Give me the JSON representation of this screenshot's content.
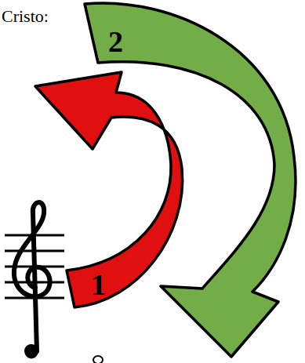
{
  "diagram": {
    "labels": [
      "Cristo:",
      "2",
      "1"
    ]
  }
}
